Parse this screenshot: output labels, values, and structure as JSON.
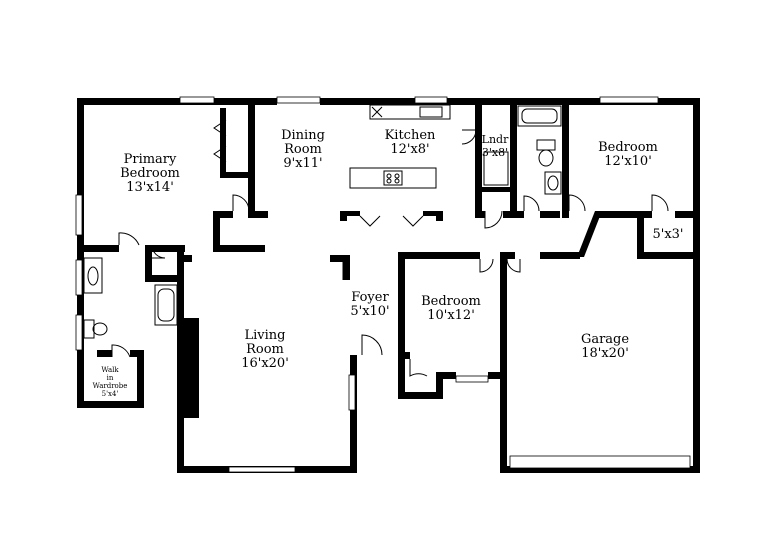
{
  "rooms": {
    "primary_bedroom": {
      "name1": "Primary",
      "name2": "Bedroom",
      "size": "13'x14'"
    },
    "dining_room": {
      "name1": "Dining",
      "name2": "Room",
      "size": "9'x11'"
    },
    "kitchen": {
      "name": "Kitchen",
      "size": "12'x8'"
    },
    "laundry": {
      "name": "Lndr",
      "size": "3'x8'"
    },
    "bedroom_2": {
      "name": "Bedroom",
      "size": "12'x10'"
    },
    "closet_5x3": {
      "size": "5'x3'"
    },
    "foyer": {
      "name": "Foyer",
      "size": "5'x10'"
    },
    "bedroom_3": {
      "name": "Bedroom",
      "size": "10'x12'"
    },
    "living_room": {
      "name1": "Living",
      "name2": "Room",
      "size": "16'x20'"
    },
    "garage": {
      "name": "Garage",
      "size": "18'x20'"
    },
    "walk_in_wardrobe": {
      "name1": "Walk",
      "name2": "in",
      "name3": "Wardrobe",
      "size": "5'x4'"
    }
  }
}
